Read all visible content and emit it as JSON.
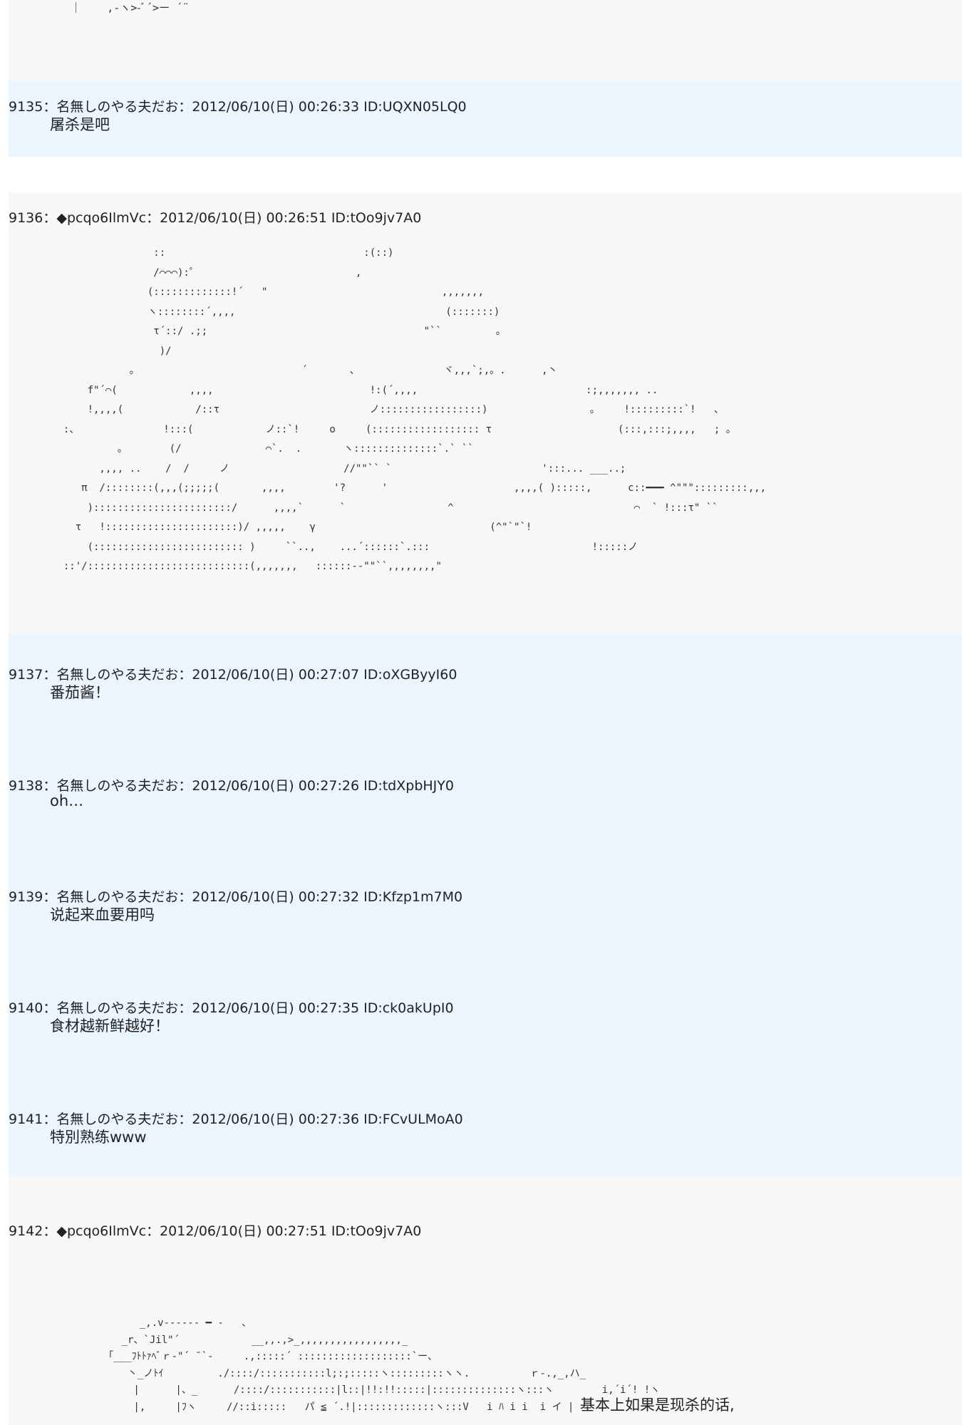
{
  "top_aa": "   ｜    ,-ヽ>-ﾞ´>ー ´¨",
  "posts": [
    {
      "header": "9135：名無しのやる夫だお：2012/06/10(日) 00:26:33 ID:UQXN05LQ0",
      "body": "屠杀是吧"
    },
    {
      "header": "9136：◆pcqo6IlmVc：2012/06/10(日) 00:26:51 ID:tOo9jv7A0"
    },
    {
      "header": "9137：名無しのやる夫だお：2012/06/10(日) 00:27:07 ID:oXGByyI60",
      "body": "番茄酱！"
    },
    {
      "header": "9138：名無しのやる夫だお：2012/06/10(日) 00:27:26 ID:tdXpbHJY0",
      "body": "oh…"
    },
    {
      "header": "9139：名無しのやる夫だお：2012/06/10(日) 00:27:32 ID:Kfzp1m7M0",
      "body": "说起来血要用吗"
    },
    {
      "header": "9140：名無しのやる夫だお：2012/06/10(日) 00:27:35 ID:ck0akUpI0",
      "body": "食材越新鲜越好！"
    },
    {
      "header": "9141：名無しのやる夫だお：2012/06/10(日) 00:27:36 ID:FCvULMoA0",
      "body": "特別熟练www"
    },
    {
      "header": "9142：◆pcqo6IlmVc：2012/06/10(日) 00:27:51 ID:tOo9jv7A0",
      "side_text": "基本上如果是现杀的话,"
    }
  ],
  "aa_9136": "                 ::                                 :(::)\n                 /⌒⌒⌒):゜                          ,\n                (:::::::::::::!´   \"                             ,,,,,,,\n                ヽ::::::::´,,,,                                   (:::::::)\n                 τ´::/ .;;                                    \"``         。\n                  )/\n             。                           ´       、              ヾ,,,`;,。.      ,丶\n      f\"´⌒(            ,,,,                          !:(´,,,,                            :;,,,,,,, ..\n      !,,,,(            /::τ                         ノ:::::::::::::::::)                 。    !:::::::::`!   、\n  :、              !:::(            ノ::`!     ο     (:::::::::::::::::: τ                     (:::,:::;,,,,   ; 。\n           。       (/              ⌒`.  .       ヽ::::::::::::::`.` ``\n        ,,,, ..    /  /     ノ                   //\"\"`` `                         ':::... ___..;\n     π  /::::::::(,,,(;;;;;(       ,,,,        '?      '                     ,,,,( ):::::,      c::━━━ ^\"\"\":::::::::,,,\n      ):::::::::::::::::::::::/      ,,,,`      `                 ^                              ⌒  ` !:::τ\" ``\n    τ   !::::::::::::::::::::::)/ ,,,,,    γ                             (^\"`\"`!\n      (::::::::::::::::::::::::: )     ``..,    ...´::::::`.:::                           !:::::ノ\n  ::'/:::::::::::::::::::::::::::(,,,,,,,   ::::::-‐\"\"``,,,,,,,,\"",
  "aa_9142": "         _,.v‐-‐‐‐‐ ━ -   、\n      _r、`Jil\"´            __,,.,>_,,,,,,,,,,,,,,,,,_\n   「___ﾌﾄﾄｧﾍﾞｒ‐\"´ ̄ `‐     .,:::::´ :::::::::::::::::::`ー、\n       丶_ノﾄｲ         ./::::/:::::::::::l;:;:::::ヽ:::::::::ヽヽ.          ｒ‐.,_,ハ_\n        |      |、_      /::::/:::::::::::|l::|!!:!!:::::|::::::::::::::ヽ:::ヽ        i,´i´! !ヽ\n        |,     |ﾌヽ     //::i:::::   パ ≦ ´.!|:::::::::::::ヽ:::V   i ﾊ i i  i イ |"
}
